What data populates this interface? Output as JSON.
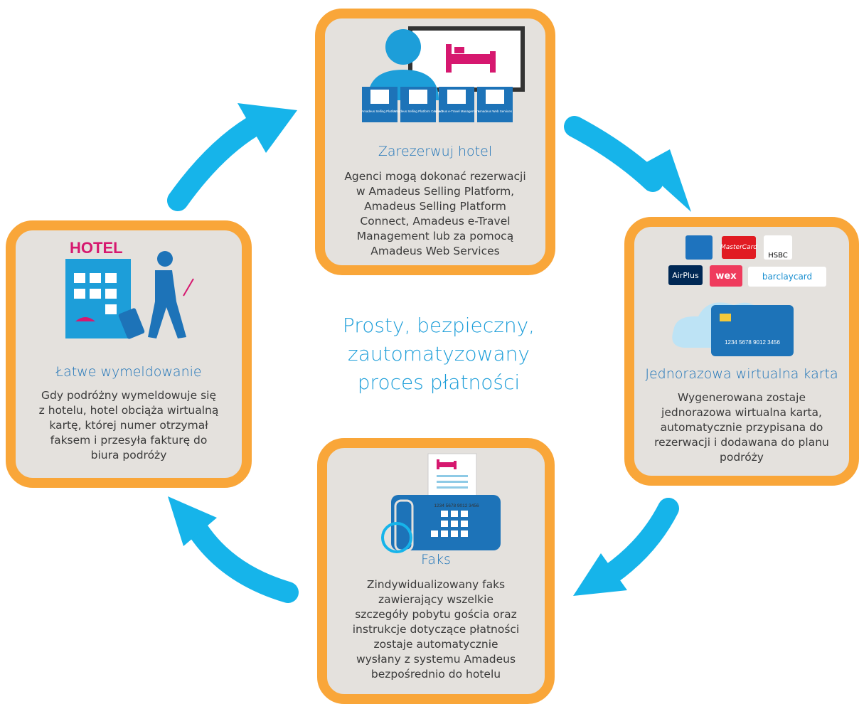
{
  "center": {
    "text": "Prosty, bezpieczny,\nzautomatyzowany\nproces płatności"
  },
  "steps": {
    "book": {
      "title": "Zarezerwuj hotel",
      "body": "Agenci mogą dokonać rezerwacji\nw Amadeus Selling Platform,\nAmadeus Selling Platform\nConnect, Amadeus e-Travel\nManagement lub za pomocą\nAmadeus Web Services",
      "tiles": [
        "Amadeus Selling Platform",
        "Amadeus Selling Platform Connect",
        "Amadeus e-Travel Management",
        "Amadeus Web Services"
      ]
    },
    "card": {
      "title": "Jednorazowa wirtualna karta",
      "body": "Wygenerowana zostaje\njednorazowa wirtualna karta,\nautomatycznie przypisana do\nrezerwacji i dodawana do planu\npodróży",
      "card_number": "1234 5678 9012 3456",
      "logos": [
        "MasterCard",
        "HSBC",
        "AirPlus",
        "wex",
        "barclaycard"
      ]
    },
    "fax": {
      "title": "Faks",
      "body": "Zindywidualizowany faks\nzawierający wszelkie\nszczegóły pobytu gościa oraz\ninstrukcje dotyczące płatności\nzostaje automatycznie\nwysłany z systemu Amadeus\nbezpośrednio do hotelu",
      "card_number": "1234 5678 9012 3456"
    },
    "checkout": {
      "title": "Łatwe wymeldowanie",
      "body": "Gdy podróżny wymeldowuje się\nz hotelu, hotel obciąża wirtualną\nkartę, której numer otrzymał\nfaksem i przesyła fakturę do\nbiura podróży",
      "hotel_sign": "HOTEL"
    }
  },
  "colors": {
    "accent_orange": "#f9a639",
    "arrow_cyan": "#16b4ea",
    "brand_blue": "#1d73b8",
    "card_bg": "#e4e1dd",
    "bed_pink": "#d6186f"
  }
}
